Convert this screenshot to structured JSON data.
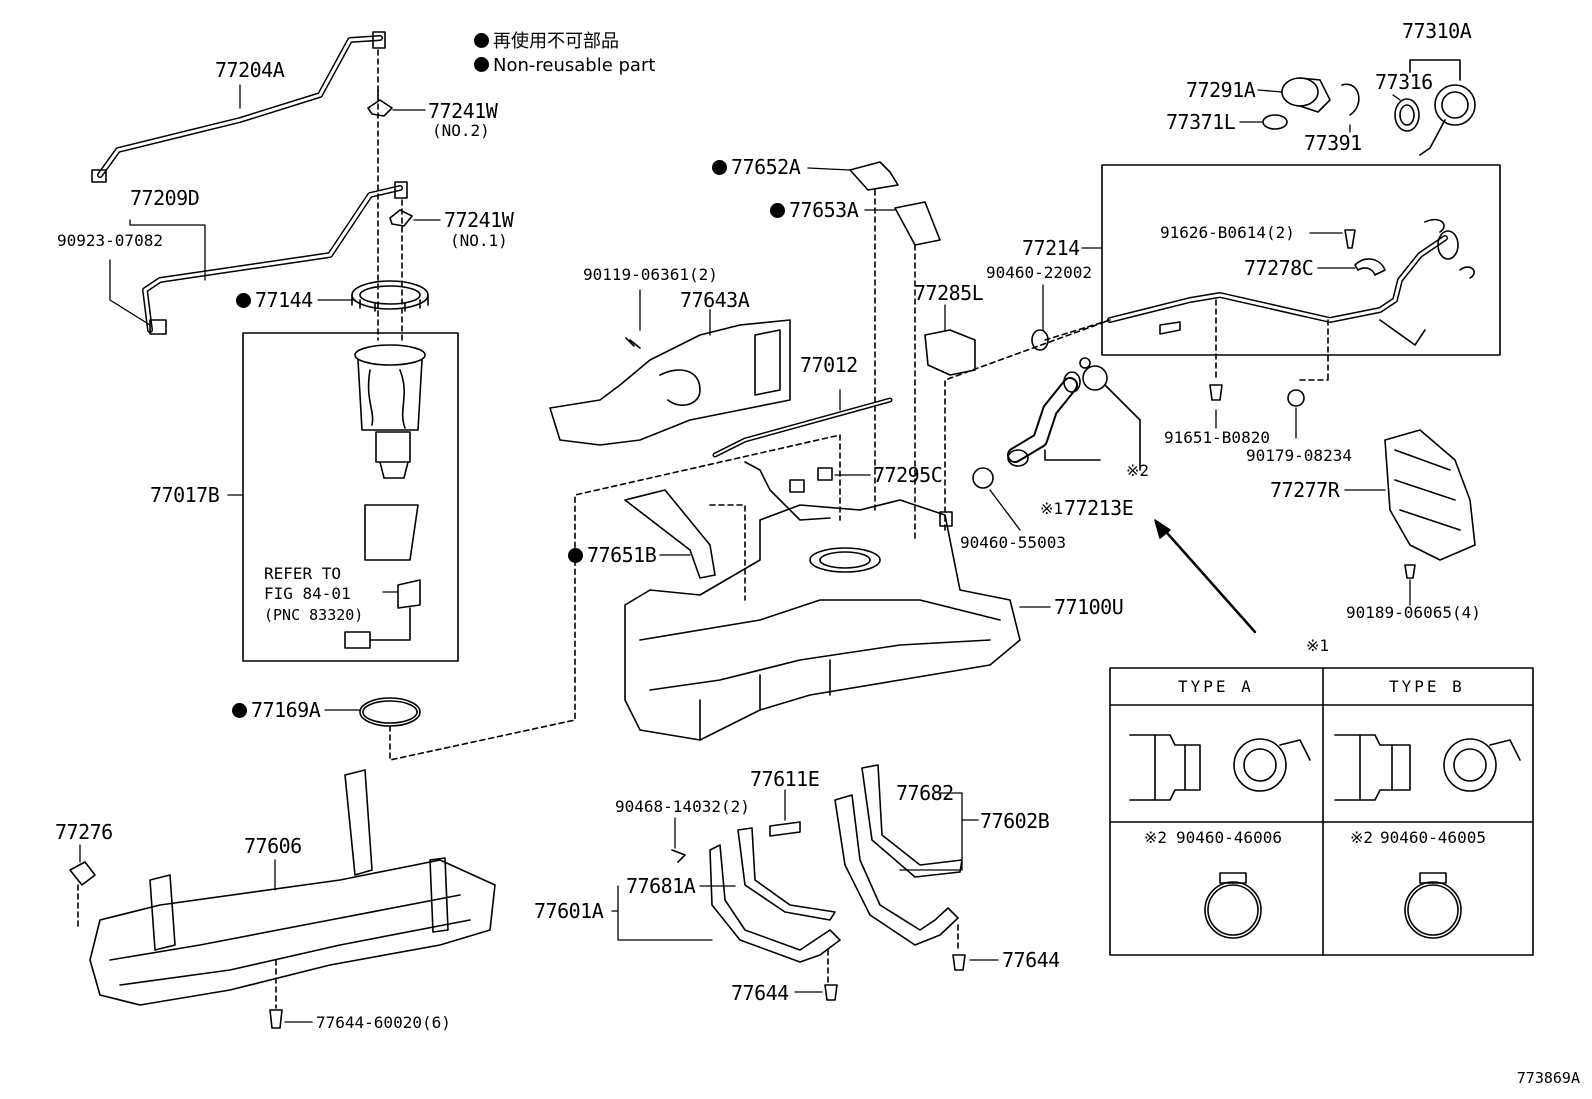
{
  "legend": {
    "jp": "再使用不可部品",
    "en": "Non-reusable part"
  },
  "parts": {
    "p77204A": "77204A",
    "p77241W_2": "77241W",
    "no2": "(NO.2)",
    "p77209D": "77209D",
    "p90923": "90923-07082",
    "p77241W_1": "77241W",
    "no1": "(NO.1)",
    "p77144": "77144",
    "p77017B": "77017B",
    "refer1": "REFER TO",
    "refer2": "FIG 84-01",
    "refer3": "(PNC 83320)",
    "p77169A": "77169A",
    "p77652A": "77652A",
    "p77653A": "77653A",
    "p90119": "90119-06361(2)",
    "p77643A": "77643A",
    "p77285L": "77285L",
    "p77012": "77012",
    "p77295C": "77295C",
    "p77651B": "77651B",
    "p77100U": "77100U",
    "p77214": "77214",
    "p90460_22002": "90460-22002",
    "p91626": "91626-B0614(2)",
    "p77278C": "77278C",
    "p91651": "91651-B0820",
    "p90179": "90179-08234",
    "p77277R": "77277R",
    "p90189": "90189-06065(4)",
    "p77213E": "77213E",
    "mark1": "※1",
    "mark2": "※2",
    "p90460_55003": "90460-55003",
    "p77310A": "77310A",
    "p77291A": "77291A",
    "p77316": "77316",
    "p77371L": "77371L",
    "p77391": "77391",
    "p77276": "77276",
    "p77606": "77606",
    "p77644_60020": "77644-60020(6)",
    "p90468": "90468-14032(2)",
    "p77611E": "77611E",
    "p77682": "77682",
    "p77602B": "77602B",
    "p77681A": "77681A",
    "p77601A": "77601A",
    "p77644a": "77644",
    "p77644b": "77644"
  },
  "type_table": {
    "marker": "※1",
    "type_a": "TYPE A",
    "type_b": "TYPE B",
    "clamp_a_mark": "※2",
    "clamp_a": "90460-46006",
    "clamp_b_mark": "※2",
    "clamp_b": "90460-46005"
  },
  "image_code": "773869A"
}
